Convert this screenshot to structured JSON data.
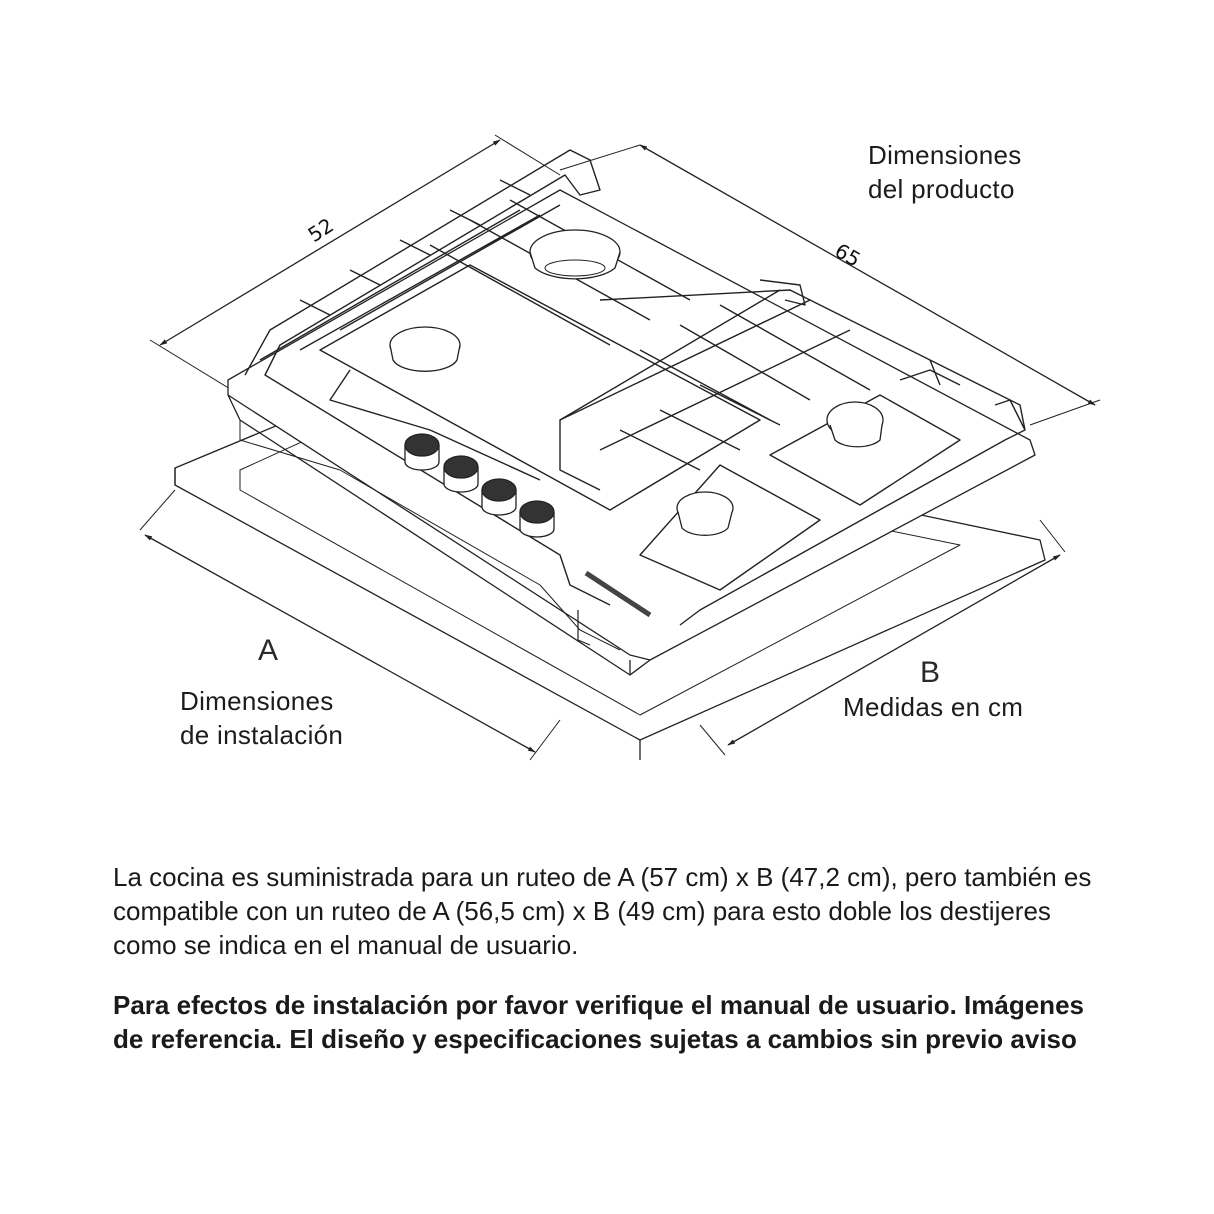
{
  "diagram": {
    "type": "isometric technical drawing",
    "subject": "4-burner gas cooktop with cast-iron grates, 4 control knobs",
    "product_label": {
      "line1": "Dimensiones",
      "line2": "del producto"
    },
    "installation_label": {
      "letter": "A",
      "line1": "Dimensiones",
      "line2": "de instalación"
    },
    "units_label": {
      "letter": "B",
      "line1": "Medidas en cm"
    },
    "dimensions": {
      "depth": "52",
      "width": "65"
    },
    "burners": 4,
    "knobs": 4,
    "colors": {
      "line": "#222222",
      "knob_top": "#333333",
      "background": "#ffffff"
    }
  },
  "notes": {
    "paragraph1": "La cocina es suministrada para un ruteo de A (57 cm) x B (47,2 cm), pero también es compatible con un ruteo de A (56,5 cm) x B (49 cm) para esto doble los destijeres como se indica en el manual de usuario.",
    "paragraph2": "Para efectos de instalación por favor verifique el manual de usuario. Imágenes de referencia. El diseño y especificaciones sujetas a cambios sin previo aviso"
  }
}
